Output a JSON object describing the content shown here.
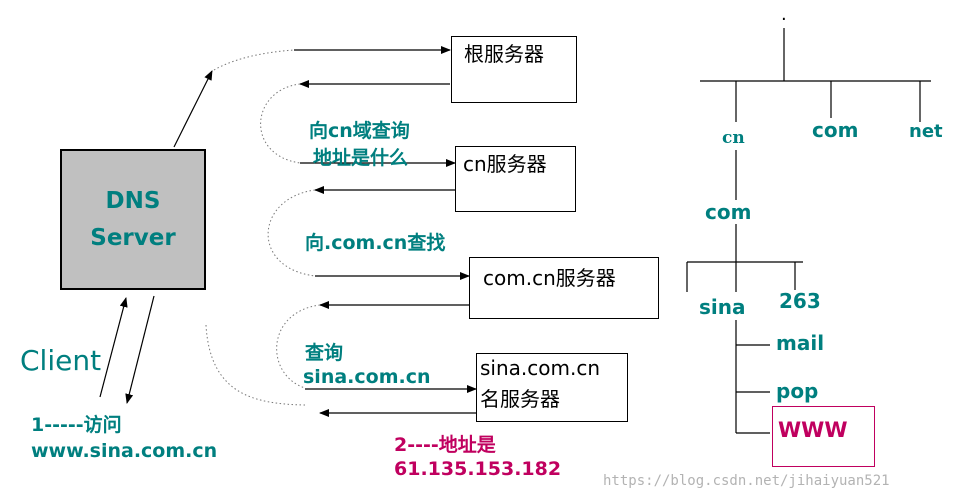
{
  "dns_server": {
    "line1": "DNS",
    "line2": "Server"
  },
  "client_label": "Client",
  "client_step": {
    "line1": "1-----访问",
    "line2": "www.sina.com.cn"
  },
  "servers": {
    "root": "根服务器",
    "cn": "cn服务器",
    "comcn": "com.cn服务器",
    "sina_line1": "sina.com.cn",
    "sina_line2": "名服务器"
  },
  "queries": {
    "q1_line1": "向cn域查询",
    "q1_line2": "地址是什么",
    "q2": "向.com.cn查找",
    "q3_line1": "查询",
    "q3_line2": "sina.com.cn"
  },
  "answer": {
    "line1": "2----地址是",
    "line2": "61.135.153.182"
  },
  "tree": {
    "root": ".",
    "cn": "cn",
    "com": "com",
    "net": "net",
    "com2": "com",
    "sina": "sina",
    "n263": "263",
    "mail": "mail",
    "pop": "pop",
    "www": "WWW"
  },
  "watermark": "https://blog.csdn.net/jihaiyuan521",
  "colors": {
    "teal": "#007f7f",
    "magenta": "#c0005f",
    "dns_fill": "#c0c0c0"
  }
}
